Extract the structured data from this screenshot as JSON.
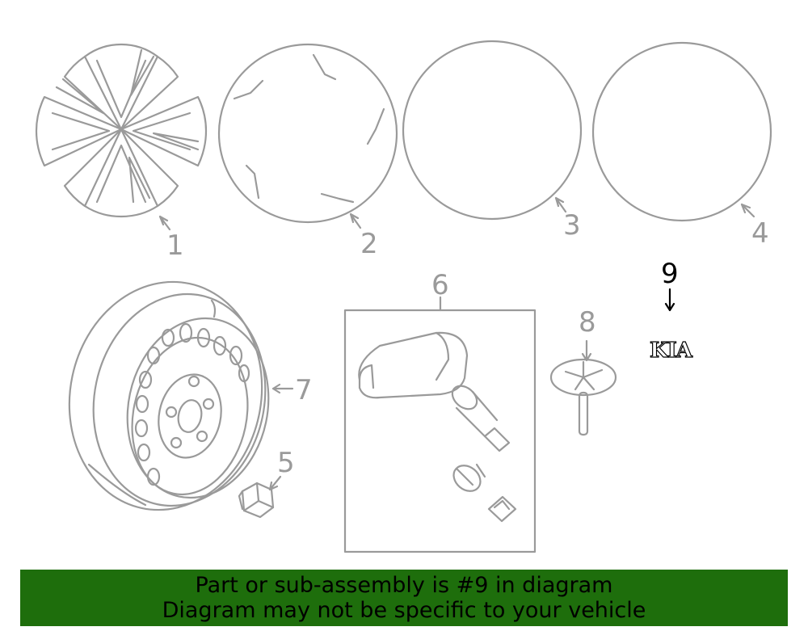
{
  "diagram": {
    "callouts": [
      "1",
      "2",
      "3",
      "4",
      "5",
      "6",
      "7",
      "8",
      "9"
    ],
    "logo_text": "KIA"
  },
  "banner": {
    "line1": "Part or sub-assembly is #9 in diagram",
    "line2": "Diagram may not be specific to your vehicle",
    "color": "#1e6e0c"
  },
  "colors": {
    "line": "#9a9a9a",
    "highlight": "#000000"
  }
}
